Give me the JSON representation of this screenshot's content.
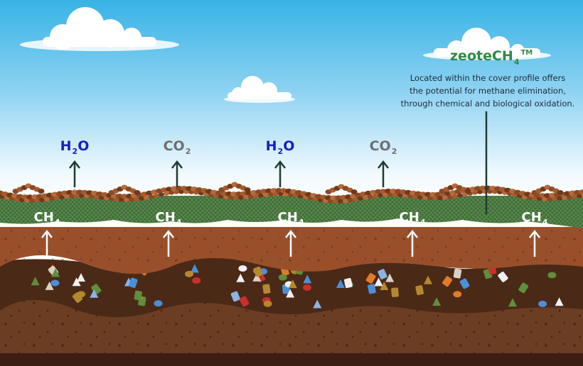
{
  "emissions": {
    "top": [
      {
        "base": "H",
        "sub": "2",
        "tail": "O",
        "kind": "h2o"
      },
      {
        "base": "CO",
        "sub": "2",
        "tail": "",
        "kind": "co2"
      },
      {
        "base": "H",
        "sub": "2",
        "tail": "O",
        "kind": "h2o"
      },
      {
        "base": "CO",
        "sub": "2",
        "tail": "",
        "kind": "co2"
      }
    ],
    "methane": {
      "base": "CH",
      "sub": "4"
    }
  },
  "product": {
    "name": "zeoteCH",
    "sub": "4",
    "trademark": "TM",
    "description_lines": [
      "Located within the cover profile offers",
      "the potential for methane elimination,",
      "through chemical and biological oxidation."
    ]
  },
  "colors": {
    "sky_top": "#38b3e6",
    "sky_bottom": "#ffffff",
    "h2o": "#1d1db8",
    "co2": "#6f6f6f",
    "arrow_dark": "#1f3b33",
    "brand": "#2e8a45",
    "cover_green": "#3e6a3b",
    "soil": "#9a4f2b",
    "waste": "#4a2917",
    "deep_soil": "#6b3d22"
  }
}
